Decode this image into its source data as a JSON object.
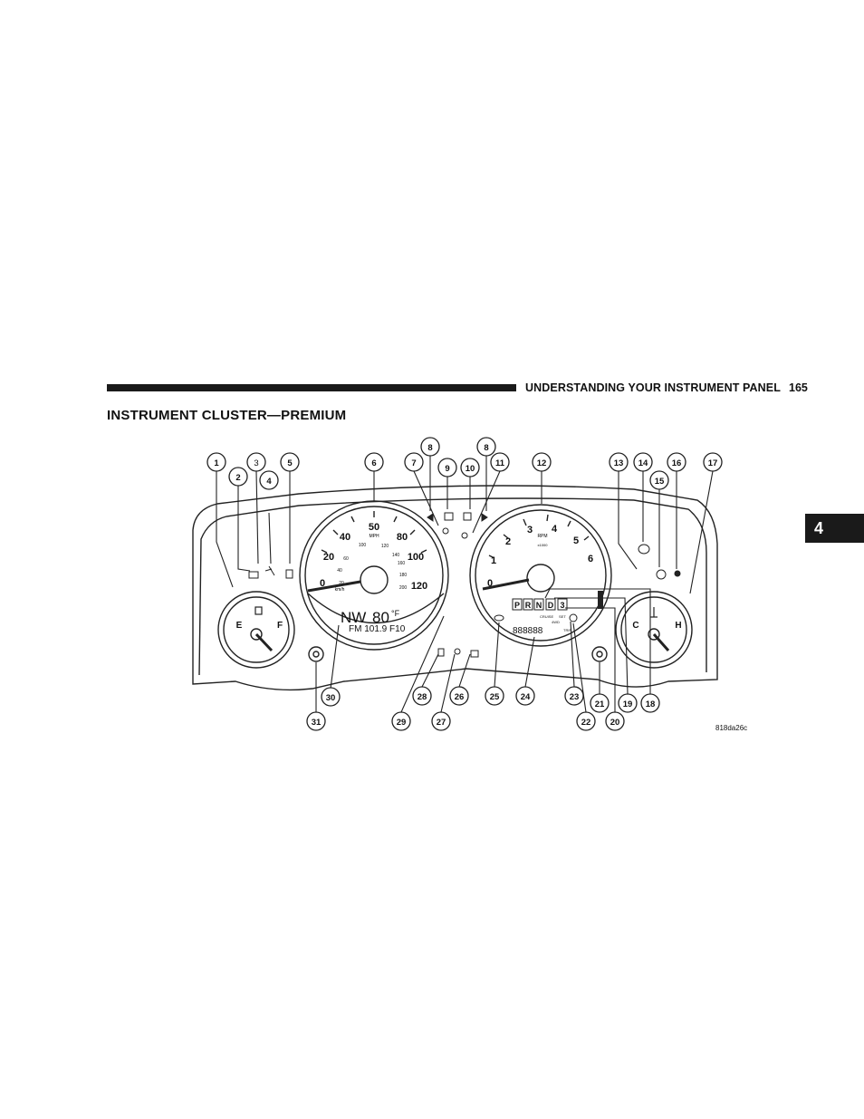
{
  "header": {
    "running_head": "UNDERSTANDING YOUR INSTRUMENT PANEL",
    "page_number": "165"
  },
  "section": {
    "title": "INSTRUMENT CLUSTER—PREMIUM"
  },
  "chapter_tab": "4",
  "figure": {
    "code": "818da26c",
    "callouts": [
      "1",
      "2",
      "3",
      "4",
      "5",
      "6",
      "7",
      "8",
      "9",
      "10",
      "8",
      "11",
      "12",
      "13",
      "14",
      "15",
      "16",
      "17",
      "31",
      "30",
      "29",
      "28",
      "27",
      "26",
      "25",
      "24",
      "23",
      "22",
      "21",
      "20",
      "19",
      "18"
    ],
    "speedometer": {
      "mph_ticks": [
        "0",
        "20",
        "40",
        "50",
        "80",
        "100",
        "120"
      ],
      "mph_label": "MPH",
      "kmh_ticks": [
        "20",
        "40",
        "60",
        "100",
        "120",
        "140",
        "160",
        "180",
        "200"
      ],
      "kmh_label": "km/h"
    },
    "tachometer": {
      "ticks": [
        "0",
        "1",
        "2",
        "3",
        "4",
        "5",
        "6"
      ],
      "label": "RPM",
      "multiplier": "x1000"
    },
    "fuel_gauge": {
      "empty": "E",
      "full": "F"
    },
    "temp_gauge": {
      "cold": "C",
      "hot": "H"
    },
    "display": {
      "compass": "NW",
      "temperature": "80",
      "unit": "°F",
      "radio": "FM 101.9 F10"
    },
    "gear_indicator": [
      "P",
      "R",
      "N",
      "D",
      "3"
    ],
    "cruise_label": "CRUISE",
    "set_label": "SET",
    "fourwd_label": "4WD",
    "trip_label": "TRIP",
    "odometer": "888888"
  }
}
